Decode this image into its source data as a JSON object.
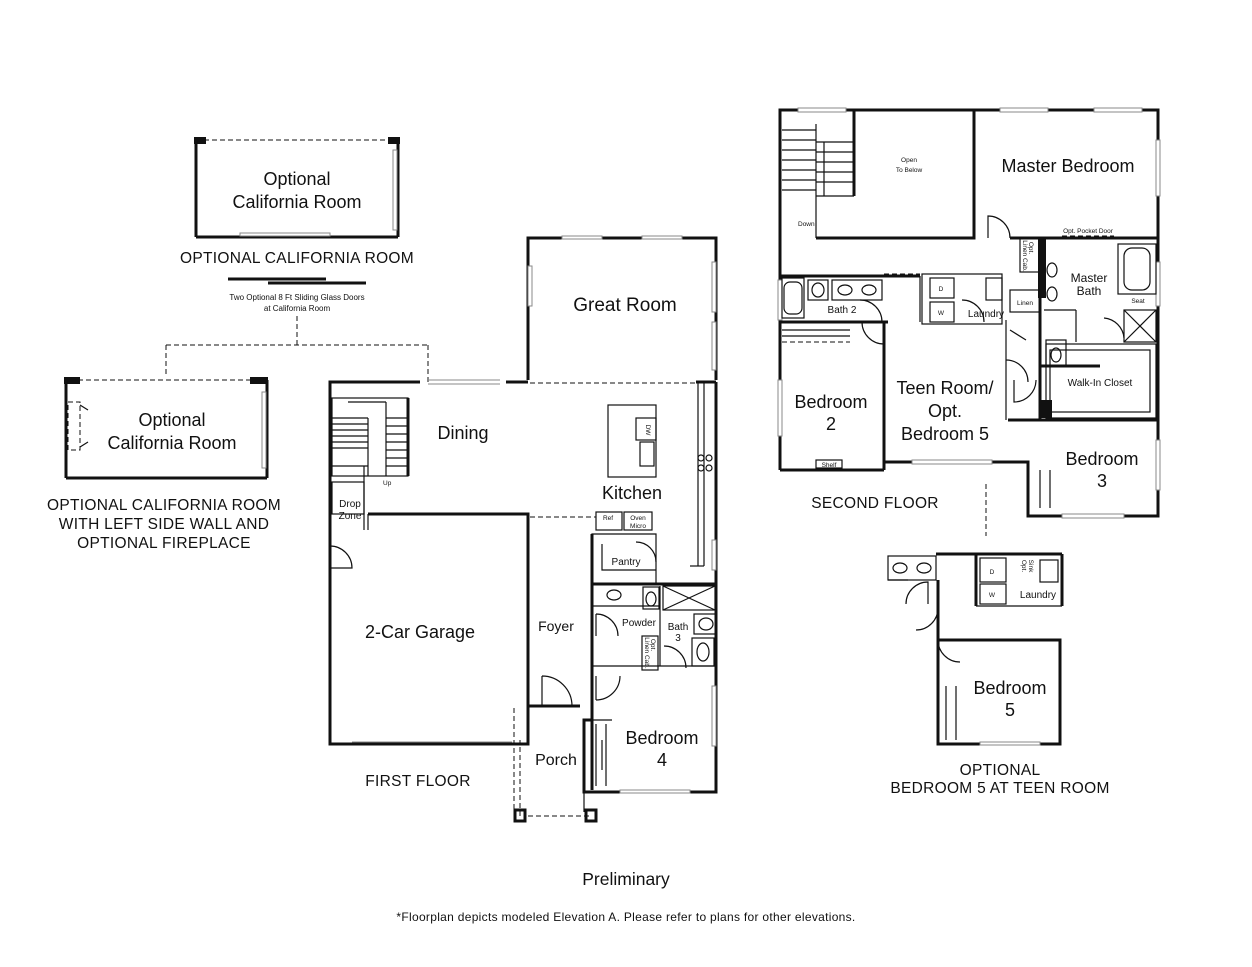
{
  "optional_cr_top": {
    "room_line1": "Optional",
    "room_line2": "California Room",
    "caption": "OPTIONAL CALIFORNIA ROOM",
    "note_line1": "Two Optional 8 Ft Sliding Glass Doors",
    "note_line2": "at California Room"
  },
  "optional_cr_left": {
    "room_line1": "Optional",
    "room_line2": "California Room",
    "caption_line1": "OPTIONAL CALIFORNIA ROOM",
    "caption_line2": "WITH LEFT SIDE WALL AND",
    "caption_line3": "OPTIONAL FIREPLACE"
  },
  "first_floor": {
    "caption": "FIRST FLOOR",
    "great_room": "Great Room",
    "dining": "Dining",
    "kitchen": "Kitchen",
    "up": "Up",
    "drop_zone_1": "Drop",
    "drop_zone_2": "Zone",
    "dw": "DW",
    "ref": "Ref",
    "oven": "Oven",
    "micro": "Micro",
    "pantry": "Pantry",
    "garage": "2-Car Garage",
    "foyer": "Foyer",
    "powder": "Powder",
    "bath3_1": "Bath",
    "bath3_2": "3",
    "opt_linen_1": "Opt.",
    "opt_linen_2": "Linen Cab.",
    "porch": "Porch",
    "bedroom4_1": "Bedroom",
    "bedroom4_2": "4"
  },
  "second_floor": {
    "caption": "SECOND FLOOR",
    "down": "Down",
    "open_below_1": "Open",
    "open_below_2": "To Below",
    "master_bedroom": "Master Bedroom",
    "opt_pocket_door": "Opt. Pocket Door",
    "master_bath_1": "Master",
    "master_bath_2": "Bath",
    "seat": "Seat",
    "linen": "Linen",
    "opt_linen_cab_1": "Opt.",
    "opt_linen_cab_2": "Linen Cab.",
    "bath2": "Bath 2",
    "dryer": "D",
    "washer": "W",
    "laundry": "Laundry",
    "walk_in_closet": "Walk-In Closet",
    "bedroom2_1": "Bedroom",
    "bedroom2_2": "2",
    "shelf": "Shelf",
    "teen_1": "Teen Room/",
    "teen_2": "Opt.",
    "teen_3": "Bedroom 5",
    "bedroom3_1": "Bedroom",
    "bedroom3_2": "3"
  },
  "optional_bedroom5": {
    "dryer": "D",
    "washer": "W",
    "opt_sink_1": "Opt.",
    "opt_sink_2": "Sink",
    "laundry": "Laundry",
    "bedroom5_1": "Bedroom",
    "bedroom5_2": "5",
    "caption_line1": "OPTIONAL",
    "caption_line2": "BEDROOM 5 AT TEEN ROOM"
  },
  "footer": {
    "status": "Preliminary",
    "disclaimer": "*Floorplan depicts modeled Elevation A. Please refer to plans for other elevations."
  }
}
